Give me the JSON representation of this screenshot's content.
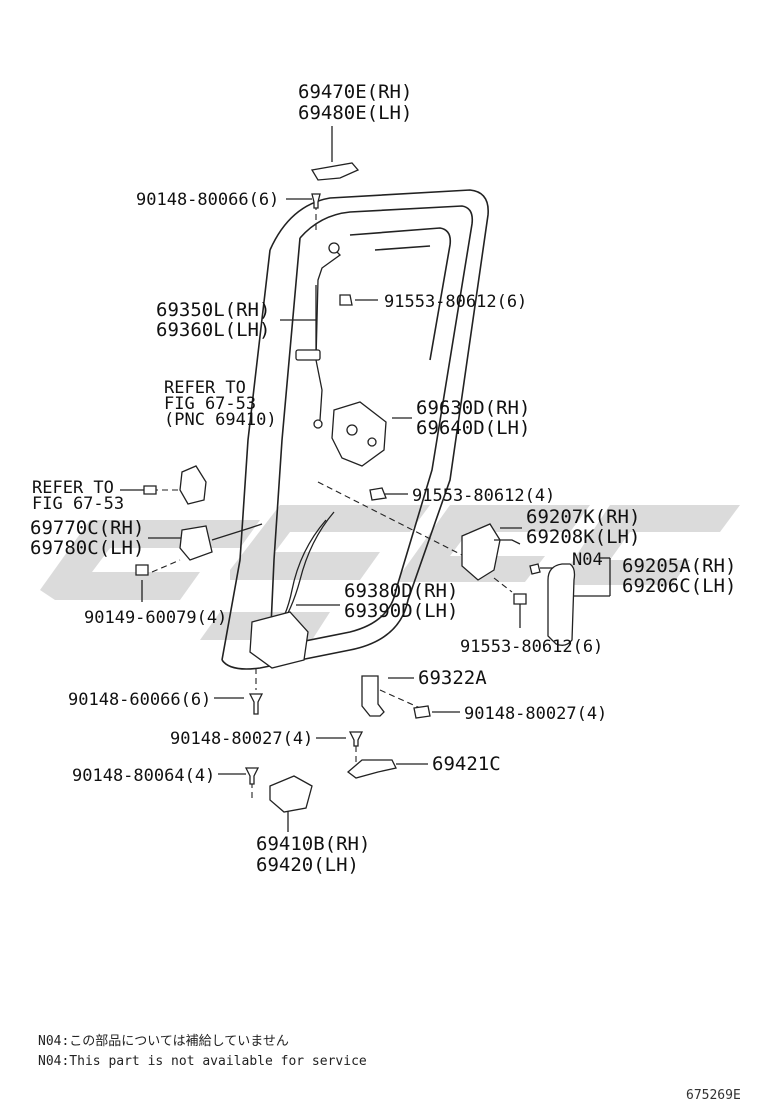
{
  "labels": {
    "p69470e": "69470E(RH)",
    "p69480e": "69480E(LH)",
    "p90148_80066": "90148-80066(6)",
    "p69350l": "69350L(RH)",
    "p69360l": "69360L(LH)",
    "p91553_a": "91553-80612(6)",
    "refer1_a": "REFER TO",
    "refer1_b": "FIG 67-53",
    "refer1_c": "(PNC 69410)",
    "p69630d": "69630D(RH)",
    "p69640d": "69640D(LH)",
    "refer2_a": "REFER TO",
    "refer2_b": "FIG 67-53",
    "p91553_b": "91553-80612(4)",
    "p69770c": "69770C(RH)",
    "p69780c": "69780C(LH)",
    "p69207k": "69207K(RH)",
    "p69208k": "69208K(LH)",
    "n04": "N04",
    "p69205a": "69205A(RH)",
    "p69206c": "69206C(LH)",
    "p90149": "90149-60079(4)",
    "p69380d": "69380D(RH)",
    "p69390d": "69390D(LH)",
    "p91553_c": "91553-80612(6)",
    "p90148_60066": "90148-60066(6)",
    "p69322a": "69322A",
    "p90148_80027_a": "90148-80027(4)",
    "p90148_80027_b": "90148-80027(4)",
    "p69421c": "69421C",
    "p90148_80064": "90148-80064(4)",
    "p69410b": "69410B(RH)",
    "p69420": "69420(LH)"
  },
  "notes": {
    "jp": "N04:この部品については補給していません",
    "en": "N04:This part is not available for service"
  },
  "figure_number": "675269E",
  "colors": {
    "line": "#222222",
    "watermark": "#c8c8c8"
  }
}
